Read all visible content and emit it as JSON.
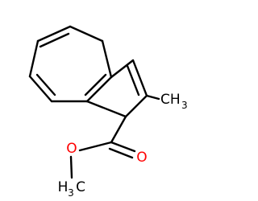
{
  "molecule": {
    "atoms": {
      "ester_carbonyl_oxygen": "O",
      "ester_ether_oxygen": "O",
      "ring_methyl": {
        "main": "CH",
        "subscript": "3"
      },
      "ester_methyl": {
        "main": "H",
        "element": "C",
        "subscript": "3"
      }
    },
    "colors": {
      "oxygen": "#ff0000",
      "carbon_bonds": "#000000",
      "background": "#ffffff"
    }
  }
}
